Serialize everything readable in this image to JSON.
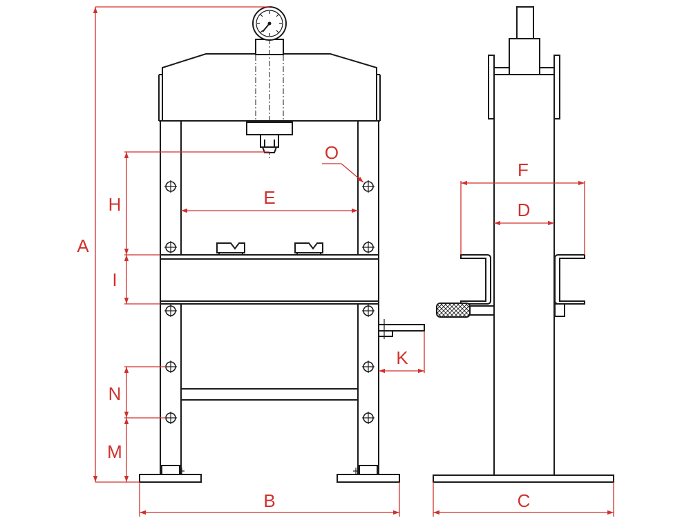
{
  "colors": {
    "line": "#1a1a1a",
    "dimension": "#d0312d",
    "background": "#ffffff"
  },
  "labels": {
    "A": "A",
    "B": "B",
    "C": "C",
    "D": "D",
    "E": "E",
    "F": "F",
    "H": "H",
    "I": "I",
    "K": "K",
    "M": "M",
    "N": "N",
    "O": "O"
  }
}
